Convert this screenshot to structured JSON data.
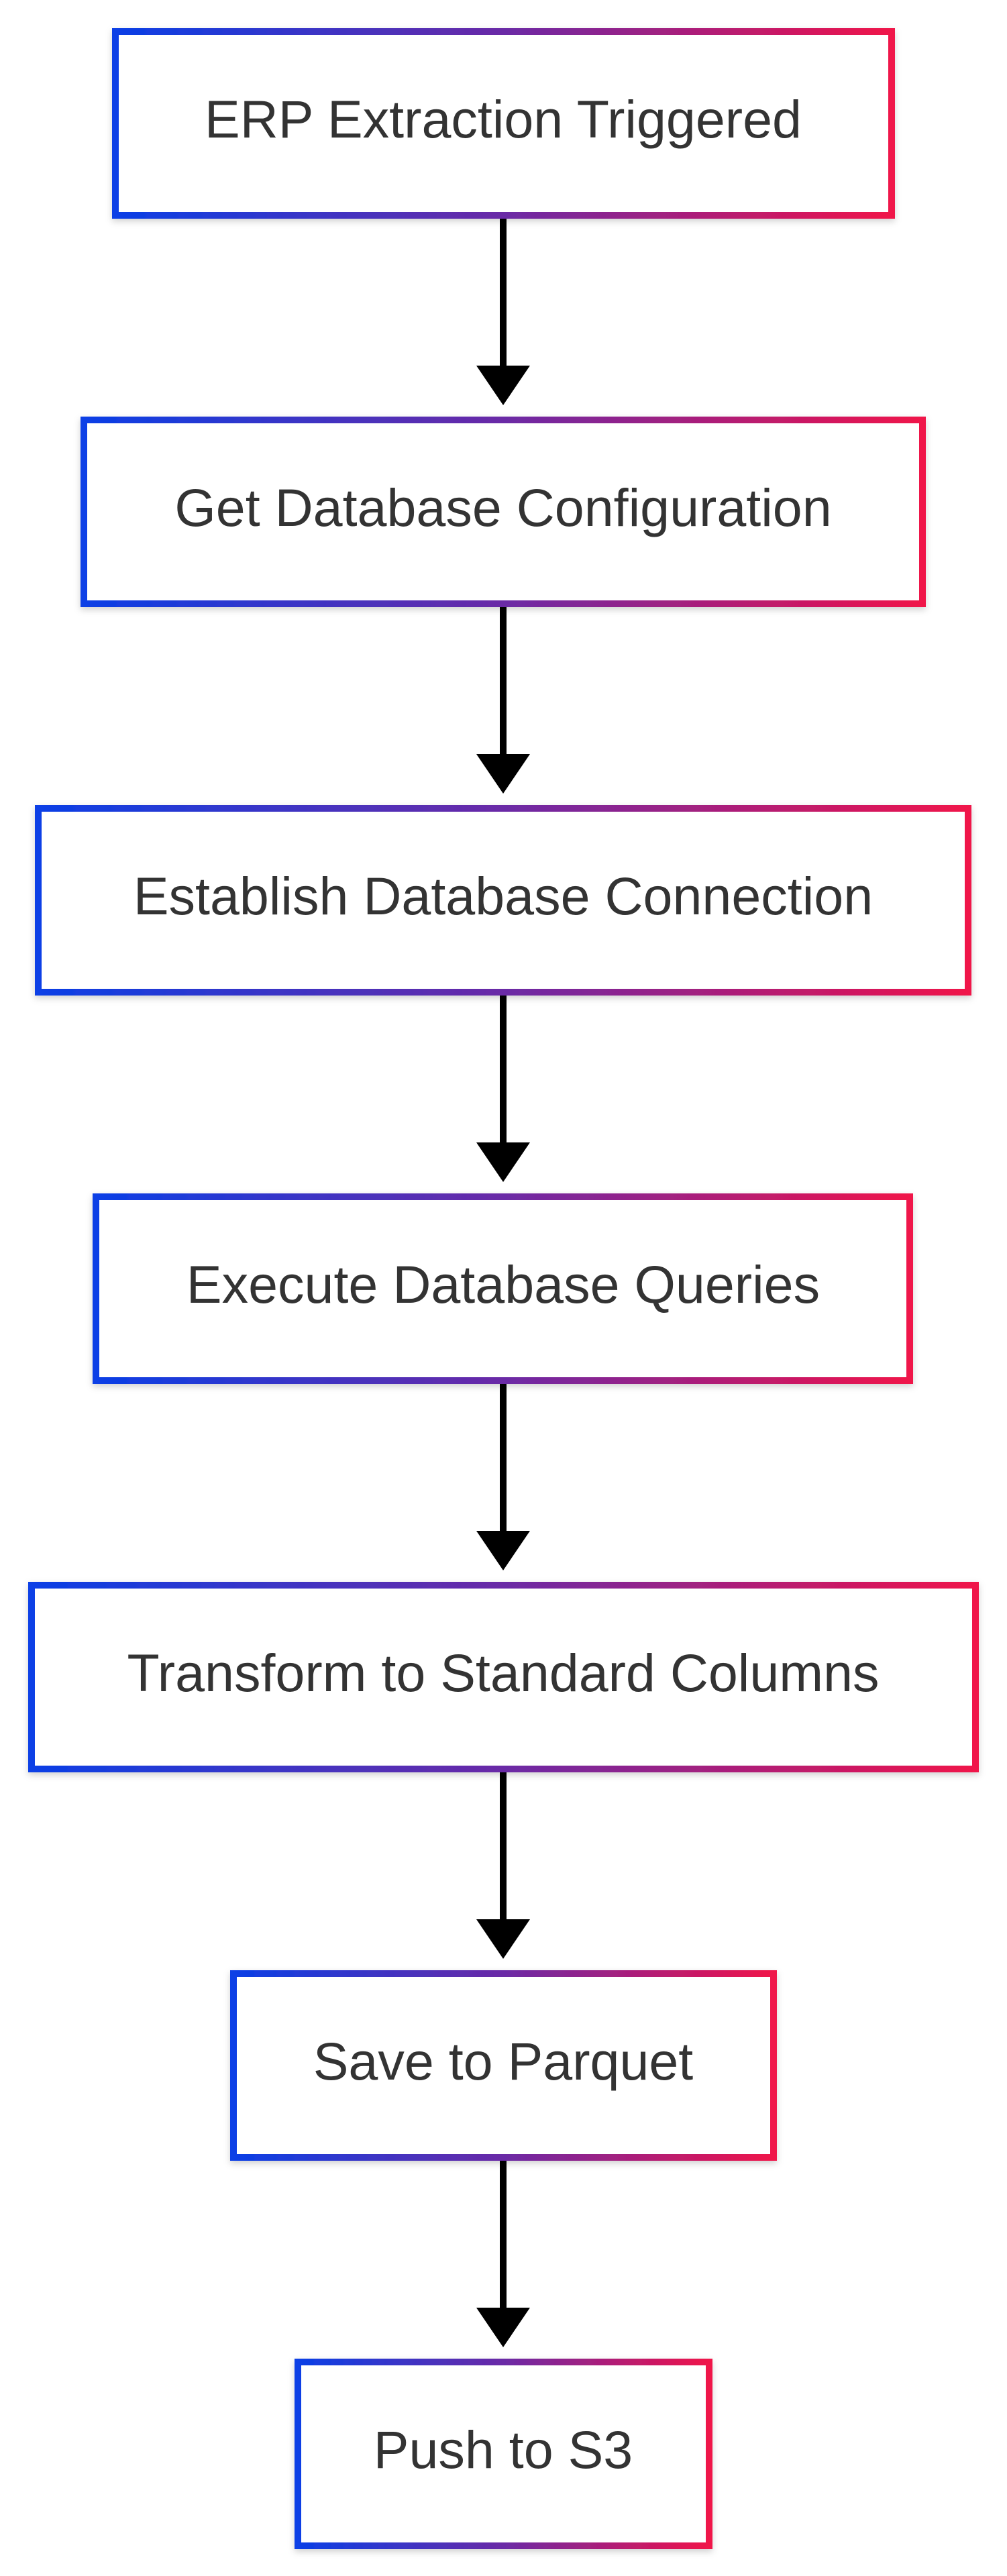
{
  "colors": {
    "gradient_start": "#0a3fe6",
    "gradient_mid": "#6a2aa6",
    "gradient_end": "#f0124a",
    "arrow": "#000000",
    "text": "#333333"
  },
  "flowchart": {
    "steps": [
      {
        "label": "ERP Extraction Triggered"
      },
      {
        "label": "Get Database Configuration"
      },
      {
        "label": "Establish Database Connection"
      },
      {
        "label": "Execute Database Queries"
      },
      {
        "label": "Transform to Standard Columns"
      },
      {
        "label": "Save to Parquet"
      },
      {
        "label": "Push to S3"
      }
    ]
  }
}
